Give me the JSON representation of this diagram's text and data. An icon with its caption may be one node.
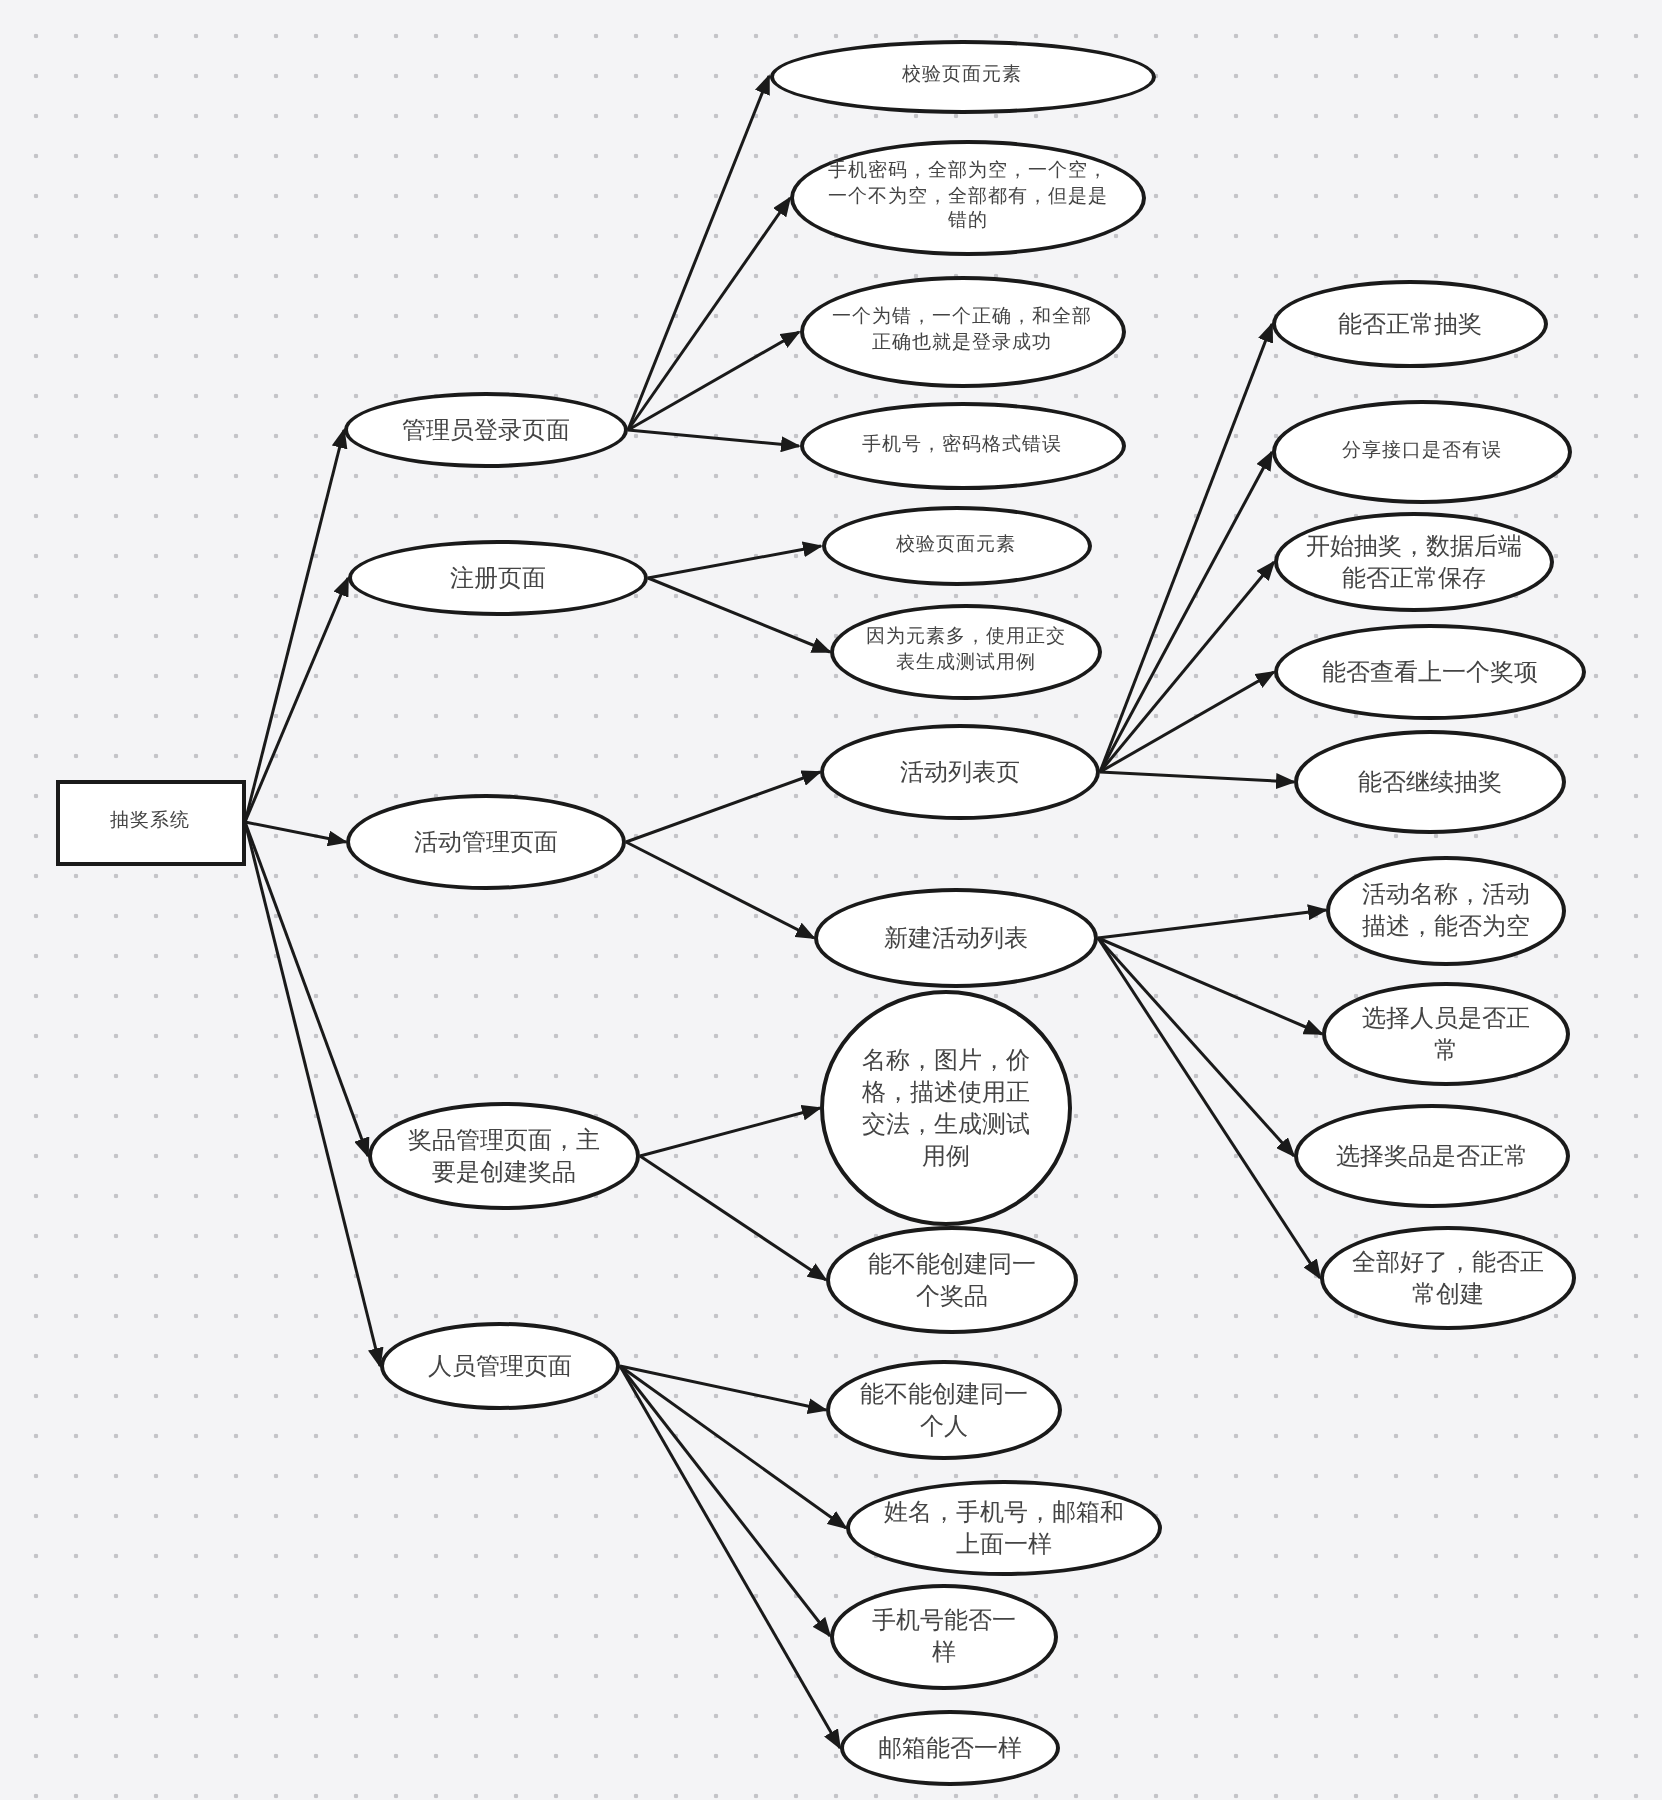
{
  "diagram": {
    "nodes": [
      {
        "text": [
          "抽奖系统"
        ]
      },
      {
        "text": [
          "管理员登录页面"
        ]
      },
      {
        "text": [
          "注册页面"
        ]
      },
      {
        "text": [
          "活动管理页面"
        ]
      },
      {
        "text": [
          "奖品管理页面，主要是创建奖品"
        ]
      },
      {
        "text": [
          "人员管理页面"
        ]
      },
      {
        "text": [
          "校验页面元素"
        ]
      },
      {
        "text": [
          "手机密码，全部为空，一个空，一个不为空，全部都有，但是是错的"
        ]
      },
      {
        "text": [
          "一个为错，一个正确，和全部正确也就是登录成功"
        ]
      },
      {
        "text": [
          "手机号，密码格式错误"
        ]
      },
      {
        "text": [
          "校验页面元素"
        ]
      },
      {
        "text": [
          "因为元素多，使用正交表生成测试用例"
        ]
      },
      {
        "text": [
          "活动列表页"
        ]
      },
      {
        "text": [
          "新建活动列表"
        ]
      },
      {
        "text": [
          "能否正常抽奖"
        ]
      },
      {
        "text": [
          "分享接口是否有误"
        ]
      },
      {
        "text": [
          "开始抽奖，数据后端能否正常保存"
        ]
      },
      {
        "text": [
          "能否查看上一个奖项"
        ]
      },
      {
        "text": [
          "能否继续抽奖"
        ]
      },
      {
        "text": [
          "活动名称，活动描述，能否为空"
        ]
      },
      {
        "text": [
          "选择人员是否正常"
        ]
      },
      {
        "text": [
          "选择奖品是否正常"
        ]
      },
      {
        "text": [
          "全部好了，能否正常创建"
        ]
      },
      {
        "text": [
          "名称，图片，价格，描述使用正交法，生成测试用例"
        ]
      },
      {
        "text": [
          "能不能创建同一个奖品"
        ]
      },
      {
        "text": [
          "能不能创建同一个人"
        ]
      },
      {
        "text": [
          "姓名，手机号，邮箱和上面一样"
        ]
      },
      {
        "text": [
          "手机号能否一样"
        ]
      },
      {
        "text": [
          "邮箱能否一样"
        ]
      }
    ],
    "edges": [
      {
        "from": 0,
        "to": 1,
        "arrow": "to"
      },
      {
        "from": 0,
        "to": 2,
        "arrow": "to"
      },
      {
        "from": 0,
        "to": 3,
        "arrow": "to"
      },
      {
        "from": 0,
        "to": 4,
        "arrow": "to"
      },
      {
        "from": 0,
        "to": 5,
        "arrow": "to"
      },
      {
        "from": 1,
        "to": 6,
        "arrow": "to"
      },
      {
        "from": 1,
        "to": 7,
        "arrow": "to"
      },
      {
        "from": 1,
        "to": 8,
        "arrow": "to"
      },
      {
        "from": 1,
        "to": 9,
        "arrow": "to"
      },
      {
        "from": 2,
        "to": 10,
        "arrow": "to"
      },
      {
        "from": 2,
        "to": 11,
        "arrow": "to"
      },
      {
        "from": 3,
        "to": 12,
        "arrow": "to"
      },
      {
        "from": 3,
        "to": 13,
        "arrow": "to"
      },
      {
        "from": 12,
        "to": 14,
        "arrow": "to"
      },
      {
        "from": 12,
        "to": 15,
        "arrow": "to"
      },
      {
        "from": 12,
        "to": 16,
        "arrow": "to"
      },
      {
        "from": 12,
        "to": 17,
        "arrow": "to"
      },
      {
        "from": 12,
        "to": 18,
        "arrow": "to"
      },
      {
        "from": 13,
        "to": 19,
        "arrow": "to"
      },
      {
        "from": 13,
        "to": 20,
        "arrow": "to"
      },
      {
        "from": 13,
        "to": 21,
        "arrow": "to"
      },
      {
        "from": 13,
        "to": 22,
        "arrow": "to"
      },
      {
        "from": 4,
        "to": 23,
        "arrow": "to"
      },
      {
        "from": 4,
        "to": 24,
        "arrow": "to"
      },
      {
        "from": 5,
        "to": 25,
        "arrow": "to"
      },
      {
        "from": 5,
        "to": 26,
        "arrow": "to"
      },
      {
        "from": 5,
        "to": 27,
        "arrow": "to"
      },
      {
        "from": 5,
        "to": 28,
        "arrow": "to"
      }
    ]
  }
}
